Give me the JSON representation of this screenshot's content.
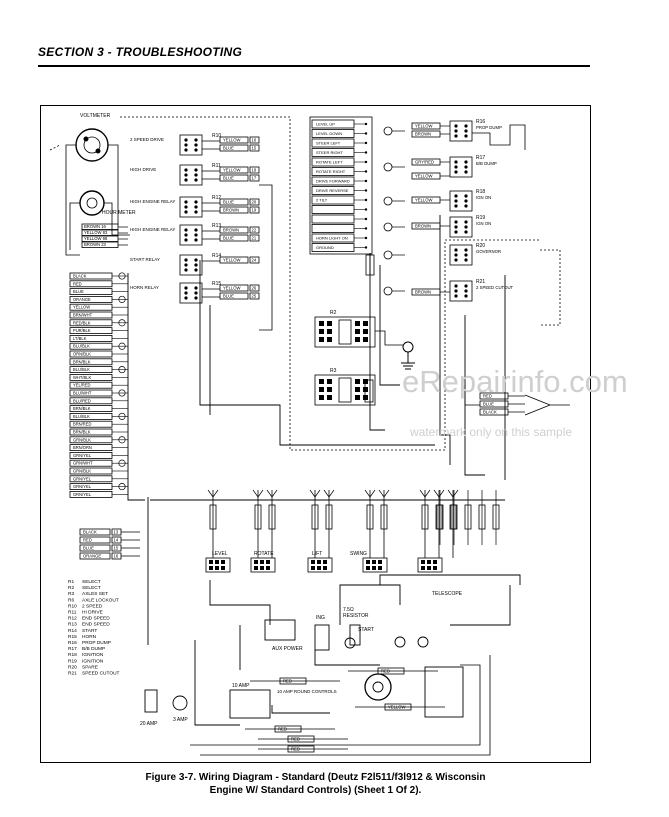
{
  "header": {
    "section_title": "SECTION 3 - TROUBLESHOOTING"
  },
  "caption": {
    "line1": "Figure 3-7.  Wiring Diagram - Standard (Deutz F2l511/f3l912 & Wisconsin",
    "line2": "Engine W/ Standard Controls) (Sheet 1 Of 2)."
  },
  "watermark": {
    "site": "eRepairinfo.com",
    "note": "watermark only on this sample"
  },
  "gauges": {
    "voltmeter": "VOLTMETER",
    "hour_meter": "HOUR METER"
  },
  "meter_wires": [
    "BROWN 16",
    "YELLOW 83",
    "YELLOW 98",
    "BROWN 23"
  ],
  "relays": [
    {
      "id": "R10",
      "label": "2 SPEED DRIVE",
      "wires": [
        "YELLOW",
        "BLUE"
      ],
      "pins": [
        "16",
        "15"
      ]
    },
    {
      "id": "R11",
      "label": "HIGH DRIVE",
      "wires": [
        "YELLOW",
        "BLUE"
      ],
      "pins": [
        "18",
        "17"
      ]
    },
    {
      "id": "R12",
      "label": "HIGH ENGINE RELAY",
      "wires": [
        "BLUE",
        "BROWN"
      ],
      "pins": [
        "20",
        "19"
      ]
    },
    {
      "id": "R13",
      "label": "HIGH ENGINE RELAY",
      "wires": [
        "BROWN",
        "BLUE"
      ],
      "pins": [
        "22",
        "21"
      ]
    },
    {
      "id": "R14",
      "label": "START RELAY",
      "wires": [
        "YELLOW"
      ],
      "pins": [
        "24"
      ]
    },
    {
      "id": "R15",
      "label": "HORN RELAY",
      "wires": [
        "YELLOW",
        "BLUE"
      ],
      "pins": [
        "26",
        "25"
      ]
    }
  ],
  "switch_panel": [
    "LEVEL UP",
    "LEVEL DOWN",
    "STEER LEFT",
    "STEER RIGHT",
    "ROTATE LEFT",
    "ROTATE RIGHT",
    "DRIVE FORWARD",
    "DRIVE REVERSE",
    "2 TILT",
    "",
    "",
    "",
    "HORN LIGHT ON",
    "GROUND"
  ],
  "right_relays": [
    {
      "id": "R16",
      "label": "PROP DUMP"
    },
    {
      "id": "R17",
      "label": "B/B DUMP"
    },
    {
      "id": "R18",
      "label": "IGN ON"
    },
    {
      "id": "R19",
      "label": "IGN ON"
    },
    {
      "id": "R20",
      "label": "GOVERNOR"
    },
    {
      "id": "R21",
      "label": "2 SPEED CUTOUT"
    }
  ],
  "right_wires": [
    "YELLOW",
    "BROWN",
    "GRY/RED",
    "YELLOW",
    "YELLOW",
    "BROWN",
    "BROWN"
  ],
  "center_relays": [
    "R2",
    "R3"
  ],
  "right_harness": [
    "RED",
    "BLUE",
    "BLACK"
  ],
  "left_harness": [
    "BLACK",
    "RED",
    "BLUE",
    "ORANGE",
    "YELLOW",
    "BRN/WHT",
    "RED/BLK",
    "PUR/BLK",
    "LT/BLK",
    "BLU/BLK",
    "ORN/BLK",
    "BRN/BLK",
    "BLU/BLK",
    "WHT/BLK",
    "YEL/RED",
    "BLU/WHT",
    "BLU/RED",
    "BRN/BLK",
    "BLU/BLK",
    "BRN/RED",
    "BRN/BLK",
    "GRN/BLK",
    "BRN/ORN",
    "GRN/YEL",
    "GRN/WHT",
    "GRN/BLK",
    "GRN/YEL",
    "GRN/YEL",
    "GRN/YEL"
  ],
  "lower_left_wires": [
    {
      "color": "BLACK",
      "pin": "13"
    },
    {
      "color": "RED",
      "pin": "14"
    },
    {
      "color": "BLUE",
      "pin": "15"
    },
    {
      "color": "ORANGE",
      "pin": "16"
    }
  ],
  "legend": [
    {
      "id": "R1",
      "text": "SELECT"
    },
    {
      "id": "R2",
      "text": "SELECT"
    },
    {
      "id": "R3",
      "text": "AXLES SET"
    },
    {
      "id": "R6",
      "text": "AXLE LOCKOUT"
    },
    {
      "id": "R10",
      "text": "2 SPEED"
    },
    {
      "id": "R11",
      "text": "HI DRIVE"
    },
    {
      "id": "R12",
      "text": "END SPEED"
    },
    {
      "id": "R13",
      "text": "END SPEED"
    },
    {
      "id": "R14",
      "text": "START"
    },
    {
      "id": "R15",
      "text": "HORN"
    },
    {
      "id": "R16",
      "text": "PROP DUMP"
    },
    {
      "id": "R17",
      "text": "B/B DUMP"
    },
    {
      "id": "R18",
      "text": "IGNITION"
    },
    {
      "id": "R19",
      "text": "IGNITION"
    },
    {
      "id": "R20",
      "text": "SPARE"
    },
    {
      "id": "R21",
      "text": "SPEED CUTOUT"
    }
  ],
  "valve_groups": {
    "level": "LEVEL",
    "rotate": "ROTATE",
    "lift": "LIFT",
    "swing": "SWING",
    "telescope": "TELESCOPE"
  },
  "lower_components": {
    "aux_power": "AUX POWER",
    "ing": "ING",
    "resistor": "RESISTOR",
    "resistor_value": "7.5Ω",
    "start": "START",
    "fuse_main": "10 AMP",
    "fuse_board": "10 AMP ROUND CONTROLS",
    "ground_fuse": "20 AMP",
    "breaker": "3 AMP"
  },
  "lower_wires": [
    "RED",
    "RED",
    "YELLOW",
    "RED",
    "RED",
    "RED"
  ]
}
